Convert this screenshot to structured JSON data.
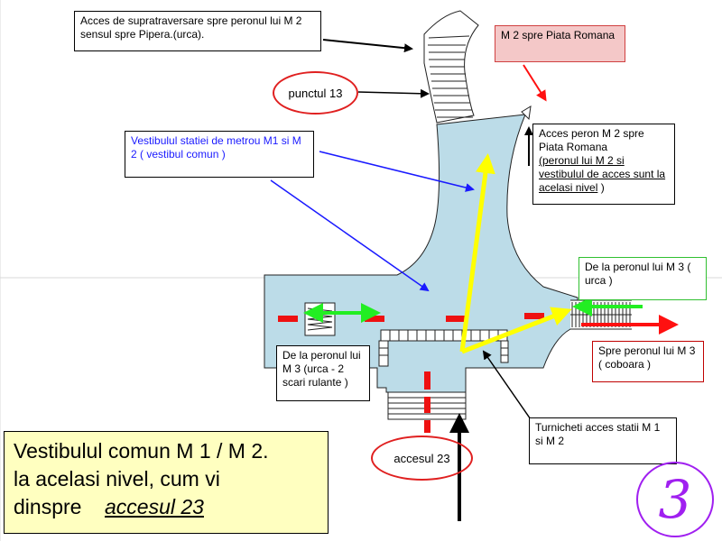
{
  "labels": {
    "overpass_access": "Acces de supratraversare spre peronul lui M 2 sensul spre Pipera.(urca).",
    "m2_piata_romana": "M 2 spre Piata Romana",
    "punctul": "punctul  13",
    "vestibul": "Vestibulul statiei de metrou M1 si M 2 ( vestibul comun )",
    "acces_peron_line1": "Acces peron M 2 spre Piata Romana",
    "acces_peron_line2": "(peronul lui M 2 si vestibulul de acces sunt la acelasi nivel",
    "acces_peron_line3": ")",
    "from_m3_right": "De la peronul lui M 3 ( urca )",
    "to_m3": "Spre peronul lui M 3 ( coboara )",
    "from_m3_left": "De la peronul lui M 3 (urca - 2 scari rulante )",
    "turnicheti": "Turnicheti acces statii M 1 si M 2",
    "accesul": "accesul  23"
  },
  "summary": {
    "line1": "Vestibulul comun M 1 / M 2.",
    "line2": "la acelasi nivel, cum vi",
    "line3_prefix": "dinspre",
    "line3_emph": "accesul 23"
  },
  "badge": "3",
  "colors": {
    "hall_fill": "#bcdce8",
    "yellow_arrow": "#ffff00",
    "green_arrow": "#22ee22",
    "red_arrow": "#ff1010",
    "blue_pointer": "#1a1aff",
    "badge_purple": "#a020f0"
  }
}
